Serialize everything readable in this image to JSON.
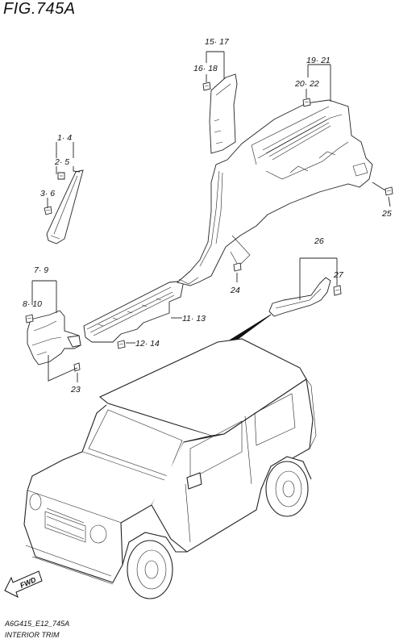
{
  "figure": {
    "title": "FIG.745A",
    "code": "A6G415_E12_745A",
    "caption": "INTERIOR TRIM",
    "fwd_label": "FWD"
  },
  "callouts": {
    "c1_4": "1· 4",
    "c2_5": "2· 5",
    "c3_6": "3· 6",
    "c7_9": "7· 9",
    "c8_10": "8· 10",
    "c11_13": "11· 13",
    "c12_14": "12· 14",
    "c15_17": "15· 17",
    "c16_18": "16· 18",
    "c19_21": "19· 21",
    "c20_22": "20· 22",
    "c23": "23",
    "c24": "24",
    "c25": "25",
    "c26": "26",
    "c27": "27"
  },
  "colors": {
    "line": "#222222",
    "background": "#ffffff"
  }
}
